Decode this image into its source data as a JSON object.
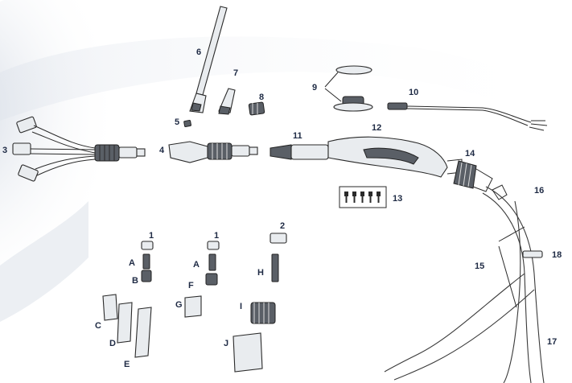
{
  "labels": {
    "l1a": "1",
    "l1b": "1",
    "l2": "2",
    "l3": "3",
    "l4": "4",
    "l5": "5",
    "l6": "6",
    "l7": "7",
    "l8": "8",
    "l9": "9",
    "l10": "10",
    "l11": "11",
    "l12": "12",
    "l13": "13",
    "l14": "14",
    "l15": "15",
    "l16": "16",
    "l17": "17",
    "l18": "18",
    "lA1": "A",
    "lA2": "A",
    "lB": "B",
    "lC": "C",
    "lD": "D",
    "lE": "E",
    "lF": "F",
    "lG": "G",
    "lH": "H",
    "lI": "I",
    "lJ": "J"
  },
  "colors": {
    "background_blur": "#cfd6e2",
    "label_text": "#1e2a44",
    "outline": "#2a2a2a"
  }
}
